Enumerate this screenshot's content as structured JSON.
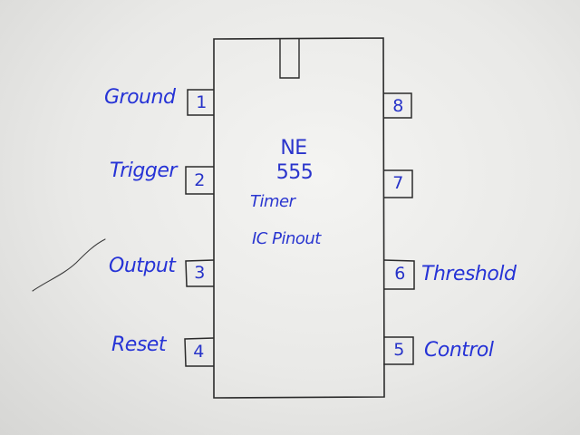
{
  "chip": {
    "title_line1": "NE",
    "title_line2": "555",
    "title_line3": "Timer",
    "subtitle": "IC Pinout"
  },
  "pins": [
    {
      "number": "1",
      "label": "Ground"
    },
    {
      "number": "2",
      "label": "Trigger"
    },
    {
      "number": "3",
      "label": "Output"
    },
    {
      "number": "4",
      "label": "Reset"
    },
    {
      "number": "5",
      "label": "Control"
    },
    {
      "number": "6",
      "label": "Threshold"
    },
    {
      "number": "7",
      "label": ""
    },
    {
      "number": "8",
      "label": ""
    }
  ],
  "colors": {
    "ink_blue": "#2633d6",
    "pencil": "#2b2b2b",
    "paper": "#ededeb"
  }
}
